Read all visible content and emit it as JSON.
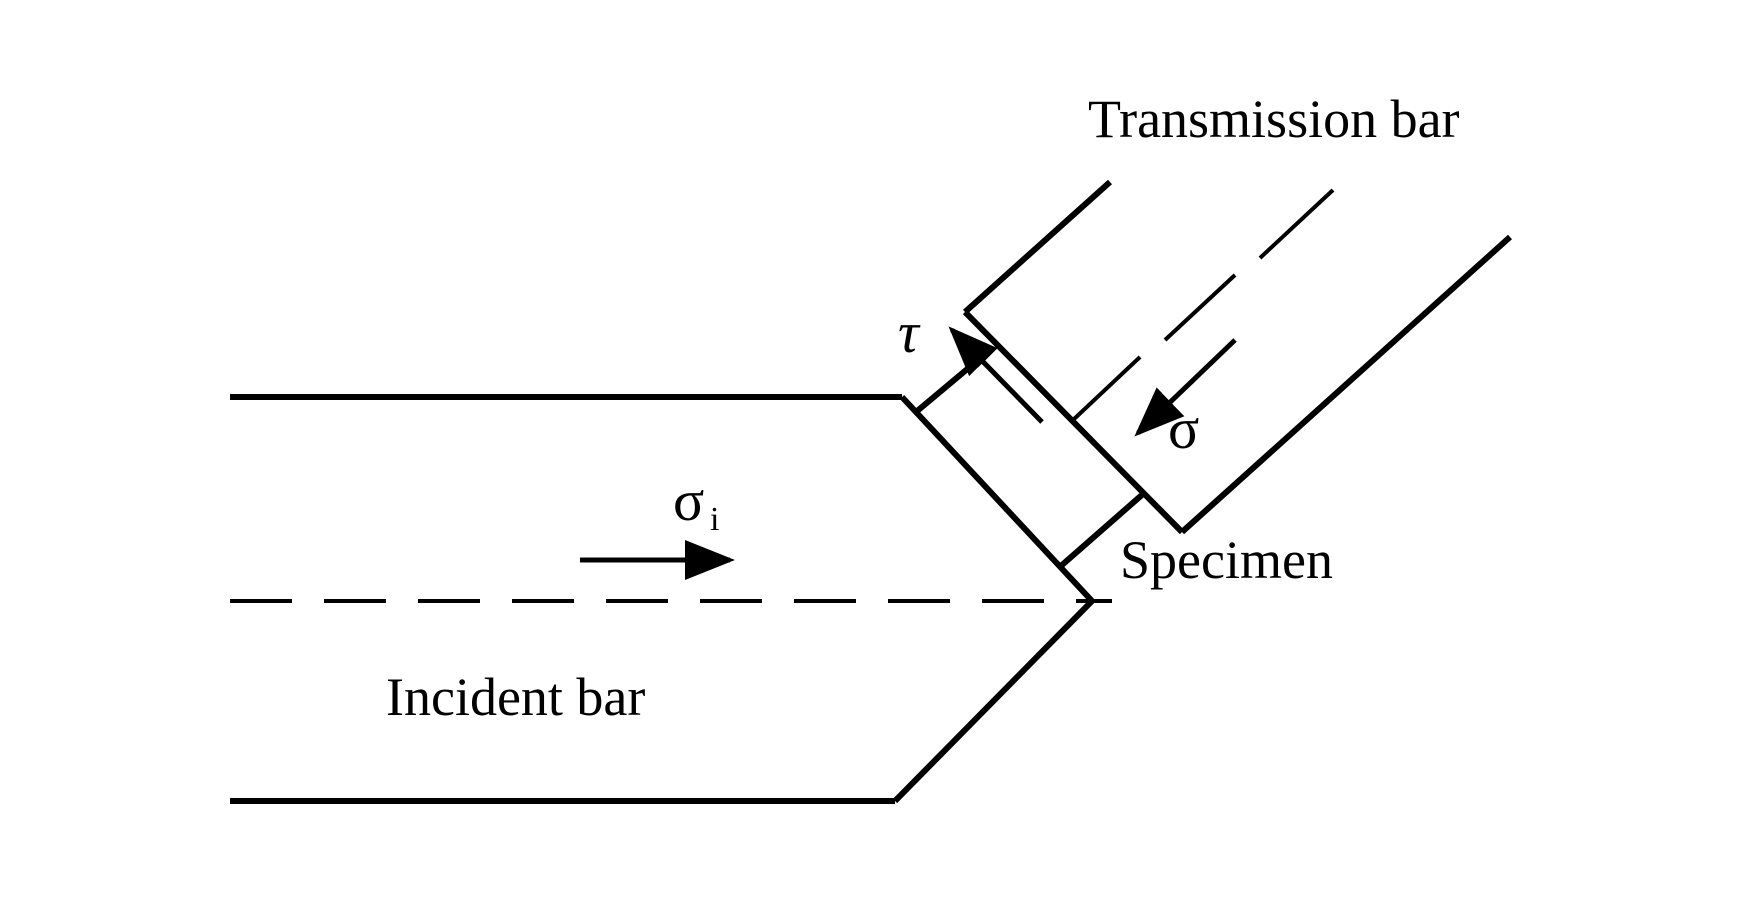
{
  "diagram": {
    "type": "split-hopkinson-bar-inclined-specimen-schematic",
    "line_color": "#000000",
    "background_color": "#ffffff",
    "labels": {
      "transmission_bar": "Transmission bar",
      "incident_bar": "Incident bar",
      "specimen": "Specimen",
      "incident_stress_symbol": "σ",
      "incident_stress_subscript": "i",
      "shear_stress_symbol": "τ",
      "normal_stress_symbol": "σ"
    },
    "components": [
      {
        "name": "Incident bar",
        "description": "horizontal bar with angled end face"
      },
      {
        "name": "Specimen",
        "description": "thin slab between inclined bar faces"
      },
      {
        "name": "Transmission bar",
        "description": "bar inclined at 45 degrees"
      }
    ],
    "arrows": [
      {
        "label": "σi",
        "meaning": "incident stress wave",
        "direction": "right"
      },
      {
        "label": "τ",
        "meaning": "shear stress on specimen",
        "direction": "up-left along interface"
      },
      {
        "label": "σ",
        "meaning": "normal stress on specimen",
        "direction": "down-left along transmission bar axis"
      }
    ]
  }
}
